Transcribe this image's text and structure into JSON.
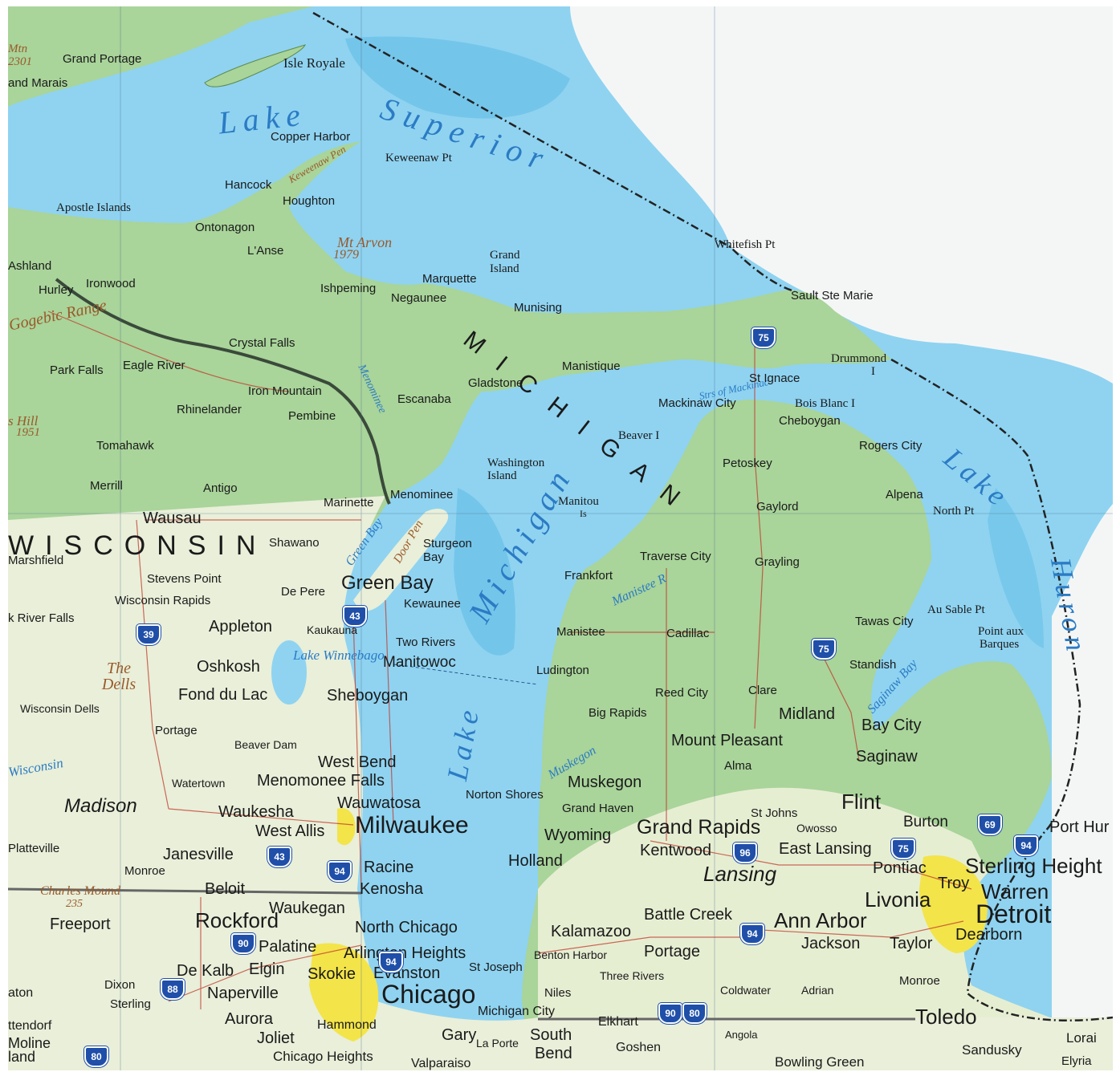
{
  "colors": {
    "water": "#8fd3f1",
    "land_green": "#a9d49a",
    "land_lowland": "#e9efd9",
    "canada_land": "#f4f6f6",
    "metro_yellow": "#f3e44a",
    "interstate": "#1f4fa8",
    "boundary": "#222222",
    "road": "#c0392b"
  },
  "water_labels": {
    "lake_superior_1": "Lake",
    "lake_superior_2": "Superior",
    "lake_michigan_1": "Lake",
    "lake_michigan_2": "Michigan",
    "lake_huron_1": "Lake",
    "lake_huron_2": "Huron",
    "green_bay": "Green Bay",
    "lake_winnebago": "Lake Winnebago",
    "saginaw_bay": "Saginaw Bay",
    "straits": "Strs of Mackinac",
    "muskegon_river": "Muskegon",
    "manistee_river": "Manistee R",
    "wisconsin_river": "Wisconsin",
    "menominee_river": "Menominee"
  },
  "state_labels": {
    "michigan": "MICHIGAN",
    "wisconsin": "WISCONSIN"
  },
  "relief_labels": {
    "gogebic": "Gogebic Range",
    "mt_arvon": "Mt Arvon",
    "mt_arvon_elev": "1979",
    "the_dells": "The Dells",
    "charles_mound": "Charles Mound",
    "charles_mound_elev": "235",
    "door_pen": "Door Pen",
    "keweenaw_pen": "Keweenaw Pen",
    "hills": "s Hill",
    "hills_elev": "1951",
    "mtn": "Mtn",
    "mtn_elev": "2301"
  },
  "features": {
    "isle_royale": "Isle Royale",
    "keweenaw_pt": "Keweenaw Pt",
    "apostle_islands": "Apostle Islands",
    "grand_island_1": "Grand",
    "grand_island_2": "Island",
    "whitefish_pt": "Whitefish Pt",
    "drummond": "Drummond",
    "drummond_i": "I",
    "bois_blanc": "Bois Blanc I",
    "beaver_i": "Beaver I",
    "washington_island_1": "Washington",
    "washington_island_2": "Island",
    "manitou_1": "Manitou",
    "manitou_2": "Is",
    "north_pt": "North Pt",
    "au_sable_pt": "Au Sable Pt",
    "point_aux_1": "Point aux",
    "point_aux_2": "Barques",
    "wisconsin_dells": "Wisconsin Dells"
  },
  "places": {
    "grand_portage": "Grand Portage",
    "grand_marais": "and Marais",
    "copper_harbor": "Copper Harbor",
    "hancock": "Hancock",
    "houghton": "Houghton",
    "ontonagon": "Ontonagon",
    "lanse": "L'Anse",
    "ashland": "Ashland",
    "hurley": "Hurley",
    "ironwood": "Ironwood",
    "marquette": "Marquette",
    "ishpeming": "Ishpeming",
    "negaunee": "Negaunee",
    "munising": "Munising",
    "sault_ste_marie": "Sault Ste Marie",
    "crystal_falls": "Crystal Falls",
    "park_falls": "Park Falls",
    "eagle_river": "Eagle River",
    "iron_mountain": "Iron Mountain",
    "rhinelander": "Rhinelander",
    "pembine": "Pembine",
    "escanaba": "Escanaba",
    "gladstone": "Gladstone",
    "manistique": "Manistique",
    "st_ignace": "St Ignace",
    "mackinaw_city": "Mackinaw City",
    "cheboygan": "Cheboygan",
    "rogers_city": "Rogers City",
    "petoskey": "Petoskey",
    "tomahawk": "Tomahawk",
    "merrill": "Merrill",
    "antigo": "Antigo",
    "wausau": "Wausau",
    "marinette": "Marinette",
    "menominee": "Menominee",
    "gaylord": "Gaylord",
    "alpena": "Alpena",
    "marshfield": "Marshfield",
    "shawano": "Shawano",
    "sturgeon_bay_1": "Sturgeon",
    "sturgeon_bay_2": "Bay",
    "traverse_city": "Traverse City",
    "grayling": "Grayling",
    "stevens_point": "Stevens Point",
    "wisconsin_rapids": "Wisconsin Rapids",
    "de_pere": "De Pere",
    "green_bay_city": "Green Bay",
    "kewaunee": "Kewaunee",
    "frankfort": "Frankfort",
    "black_river_falls": "k River Falls",
    "appleton": "Appleton",
    "kaukauna": "Kaukauna",
    "two_rivers": "Two Rivers",
    "manistee": "Manistee",
    "cadillac": "Cadillac",
    "tawas_city": "Tawas City",
    "oshkosh": "Oshkosh",
    "manitowoc": "Manitowoc",
    "ludington": "Ludington",
    "standish": "Standish",
    "fond_du_lac": "Fond du Lac",
    "sheboygan": "Sheboygan",
    "reed_city": "Reed City",
    "clare": "Clare",
    "big_rapids": "Big Rapids",
    "midland": "Midland",
    "bay_city": "Bay City",
    "portage_wi": "Portage",
    "beaver_dam": "Beaver Dam",
    "mount_pleasant": "Mount Pleasant",
    "west_bend": "West Bend",
    "saginaw": "Saginaw",
    "alma": "Alma",
    "watertown": "Watertown",
    "menomonee_falls": "Menomonee Falls",
    "muskegon": "Muskegon",
    "madison": "Madison",
    "waukesha": "Waukesha",
    "wauwatosa": "Wauwatosa",
    "norton_shores": "Norton Shores",
    "grand_haven": "Grand Haven",
    "flint": "Flint",
    "west_allis": "West Allis",
    "milwaukee": "Milwaukee",
    "st_johns": "St Johns",
    "burton": "Burton",
    "port_huron": "Port Hur",
    "platteville": "Platteville",
    "janesville": "Janesville",
    "wyoming": "Wyoming",
    "grand_rapids": "Grand Rapids",
    "owosso": "Owosso",
    "kentwood": "Kentwood",
    "east_lansing": "East Lansing",
    "sterling_heights": "Sterling Height",
    "monroe_wi": "Monroe",
    "racine": "Racine",
    "holland": "Holland",
    "lansing": "Lansing",
    "pontiac": "Pontiac",
    "troy": "Troy",
    "warren": "Warren",
    "beloit": "Beloit",
    "kenosha": "Kenosha",
    "livonia": "Livonia",
    "waukegan": "Waukegan",
    "battle_creek": "Battle Creek",
    "ann_arbor": "Ann Arbor",
    "detroit": "Detroit",
    "freeport": "Freeport",
    "rockford": "Rockford",
    "north_chicago": "North Chicago",
    "kalamazoo": "Kalamazoo",
    "jackson": "Jackson",
    "taylor": "Taylor",
    "dearborn": "Dearborn",
    "palatine": "Palatine",
    "arlington_heights": "Arlington Heights",
    "benton_harbor": "Benton Harbor",
    "portage_mi": "Portage",
    "de_kalb": "De Kalb",
    "elgin": "Elgin",
    "skokie": "Skokie",
    "evanston": "Evanston",
    "st_joseph": "St Joseph",
    "three_rivers": "Three Rivers",
    "monroe_mi": "Monroe",
    "dixon": "Dixon",
    "naperville": "Naperville",
    "chicago": "Chicago",
    "niles": "Niles",
    "coldwater": "Coldwater",
    "adrian": "Adrian",
    "sterling": "Sterling",
    "aurora": "Aurora",
    "michigan_city": "Michigan City",
    "elkhart": "Elkhart",
    "toledo": "Toledo",
    "hammond": "Hammond",
    "joliet": "Joliet",
    "gary": "Gary",
    "la_porte": "La Porte",
    "south_bend_1": "South",
    "south_bend_2": "Bend",
    "goshen": "Goshen",
    "angola": "Angola",
    "lorain": "Lorai",
    "moline": "Moline",
    "rock_island": "land",
    "ottawa": "aton",
    "kendorf": "ttendorf",
    "chicago_heights": "Chicago Heights",
    "valparaiso": "Valparaiso",
    "bowling_green": "Bowling Green",
    "sandusky": "Sandusky",
    "elyria": "Elyria"
  },
  "interstates": [
    "75",
    "75",
    "43",
    "39",
    "94",
    "96",
    "69",
    "75",
    "94",
    "43",
    "94",
    "90",
    "88",
    "94",
    "90",
    "80",
    "80"
  ]
}
